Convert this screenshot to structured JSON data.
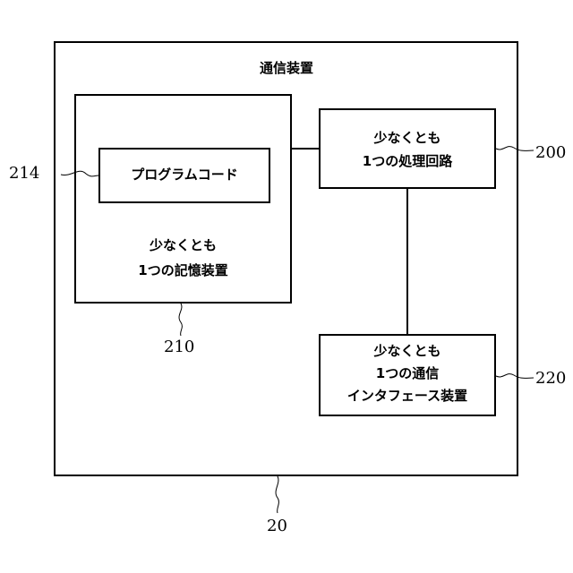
{
  "device": {
    "title": "通信装置",
    "ref": "20"
  },
  "memory": {
    "line1": "少なくとも",
    "line2": "1つの記憶装置",
    "ref": "210"
  },
  "program": {
    "label": "プログラムコード",
    "ref": "214"
  },
  "processor": {
    "line1": "少なくとも",
    "line2": "1つの処理回路",
    "ref": "200"
  },
  "comm_interface": {
    "line1": "少なくとも",
    "line2": "1つの通信",
    "line3": "インタフェース装置",
    "ref": "220"
  }
}
